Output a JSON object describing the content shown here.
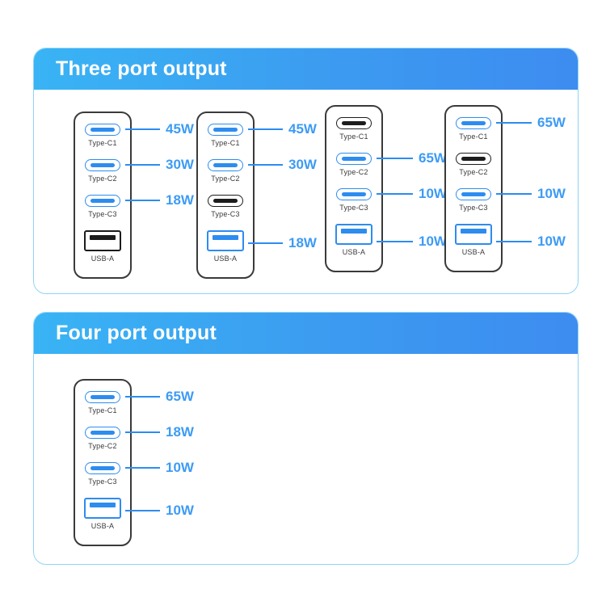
{
  "sections": [
    {
      "id": "three-port",
      "title": "Three port output",
      "devices": [
        {
          "name": "charger-1",
          "ports": [
            {
              "type": "type-c",
              "label": "Type-C1",
              "active": true,
              "watt": "45W"
            },
            {
              "type": "type-c",
              "label": "Type-C2",
              "active": true,
              "watt": "30W"
            },
            {
              "type": "type-c",
              "label": "Type-C3",
              "active": true,
              "watt": "18W"
            },
            {
              "type": "usb-a",
              "label": "USB-A",
              "active": false,
              "watt": ""
            }
          ]
        },
        {
          "name": "charger-2",
          "ports": [
            {
              "type": "type-c",
              "label": "Type-C1",
              "active": true,
              "watt": "45W"
            },
            {
              "type": "type-c",
              "label": "Type-C2",
              "active": true,
              "watt": "30W"
            },
            {
              "type": "type-c",
              "label": "Type-C3",
              "active": false,
              "watt": ""
            },
            {
              "type": "usb-a",
              "label": "USB-A",
              "active": true,
              "watt": "18W"
            }
          ]
        },
        {
          "name": "charger-3",
          "ports": [
            {
              "type": "type-c",
              "label": "Type-C1",
              "active": false,
              "watt": ""
            },
            {
              "type": "type-c",
              "label": "Type-C2",
              "active": true,
              "watt": "65W"
            },
            {
              "type": "type-c",
              "label": "Type-C3",
              "active": true,
              "watt": "10W"
            },
            {
              "type": "usb-a",
              "label": "USB-A",
              "active": true,
              "watt": "10W"
            }
          ]
        },
        {
          "name": "charger-4",
          "ports": [
            {
              "type": "type-c",
              "label": "Type-C1",
              "active": true,
              "watt": "65W"
            },
            {
              "type": "type-c",
              "label": "Type-C2",
              "active": false,
              "watt": ""
            },
            {
              "type": "type-c",
              "label": "Type-C3",
              "active": true,
              "watt": "10W"
            },
            {
              "type": "usb-a",
              "label": "USB-A",
              "active": true,
              "watt": "10W"
            }
          ]
        }
      ]
    },
    {
      "id": "four-port",
      "title": "Four port output",
      "devices": [
        {
          "name": "charger-5",
          "ports": [
            {
              "type": "type-c",
              "label": "Type-C1",
              "active": true,
              "watt": "65W"
            },
            {
              "type": "type-c",
              "label": "Type-C2",
              "active": true,
              "watt": "18W"
            },
            {
              "type": "type-c",
              "label": "Type-C3",
              "active": true,
              "watt": "10W"
            },
            {
              "type": "usb-a",
              "label": "USB-A",
              "active": true,
              "watt": "10W"
            }
          ]
        }
      ]
    }
  ],
  "colors": {
    "accent_blue": "#2d8cf0",
    "watt_blue": "#3d9bf5",
    "header_gradient_start": "#39b4f5",
    "header_gradient_end": "#3d8cf0",
    "card_border": "#8fd4f7",
    "inactive_port": "#1c1c1c",
    "device_outline": "#3a3a3a"
  }
}
